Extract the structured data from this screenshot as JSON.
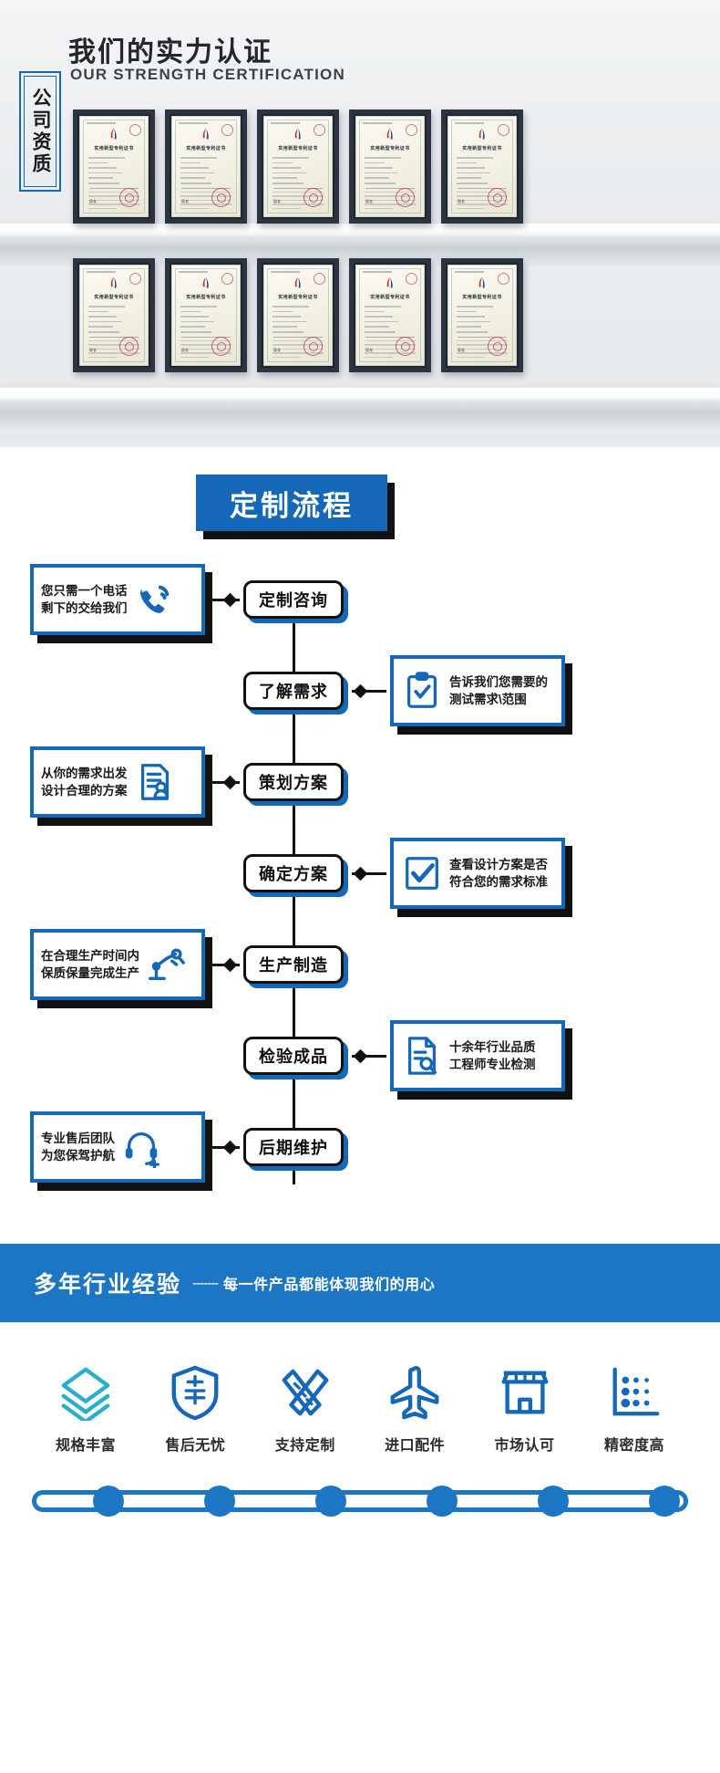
{
  "certification": {
    "title_cn": "我们的实力认证",
    "title_en": "OUR STRENGTH CERTIFICATION",
    "badge_text": "公司资质",
    "certificate_title": "实用新型专利证书",
    "certificate_sign_label": "局长",
    "certificate_count": 10,
    "rows": [
      {
        "items": [
          "实用新型专利证书",
          "实用新型专利证书",
          "实用新型专利证书",
          "实用新型专利证书",
          "实用新型专利证书"
        ]
      },
      {
        "items": [
          "实用新型专利证书",
          "实用新型专利证书",
          "实用新型专利证书",
          "实用新型专利证书",
          "实用新型专利证书"
        ]
      }
    ]
  },
  "process": {
    "title": "定制流程",
    "steps": [
      {
        "label": "定制咨询",
        "side": "left",
        "callout": "您只需一个电话\n剩下的交给我们",
        "icon": "phone-ring-icon"
      },
      {
        "label": "了解需求",
        "side": "right",
        "callout": "告诉我们您需要的\n测试需求\\范围",
        "icon": "clipboard-check-icon"
      },
      {
        "label": "策划方案",
        "side": "left",
        "callout": "从你的需求出发\n设计合理的方案",
        "icon": "document-person-icon"
      },
      {
        "label": "确定方案",
        "side": "right",
        "callout": "查看设计方案是否\n符合您的需求标准",
        "icon": "checkbox-tick-icon"
      },
      {
        "label": "生产制造",
        "side": "left",
        "callout": "在合理生产时间内\n保质保量完成生产",
        "icon": "robot-arm-icon"
      },
      {
        "label": "检验成品",
        "side": "right",
        "callout": "十余年行业品质\n工程师专业检测",
        "icon": "document-search-icon"
      },
      {
        "label": "后期维护",
        "side": "left",
        "callout": "专业售后团队\n为您保驾护航",
        "icon": "headset-add-icon"
      }
    ]
  },
  "features": {
    "banner_title": "多年行业经验",
    "banner_dash": "-------",
    "banner_sub": "每一件产品都能体现我们的用心",
    "items": [
      {
        "label": "规格丰富",
        "icon": "layers-icon"
      },
      {
        "label": "售后无忧",
        "icon": "shield-sale-icon"
      },
      {
        "label": "支持定制",
        "icon": "ruler-pencil-icon"
      },
      {
        "label": "进口配件",
        "icon": "airplane-icon"
      },
      {
        "label": "市场认可",
        "icon": "shop-icon"
      },
      {
        "label": "精密度高",
        "icon": "precision-dots-icon"
      }
    ],
    "timeline_dots": 6
  },
  "colors": {
    "brand_blue": "#1568b8",
    "banner_blue": "#1d76c4",
    "ink": "#111111",
    "teal": "#29b0c8",
    "seal_red": "#c1394c"
  }
}
